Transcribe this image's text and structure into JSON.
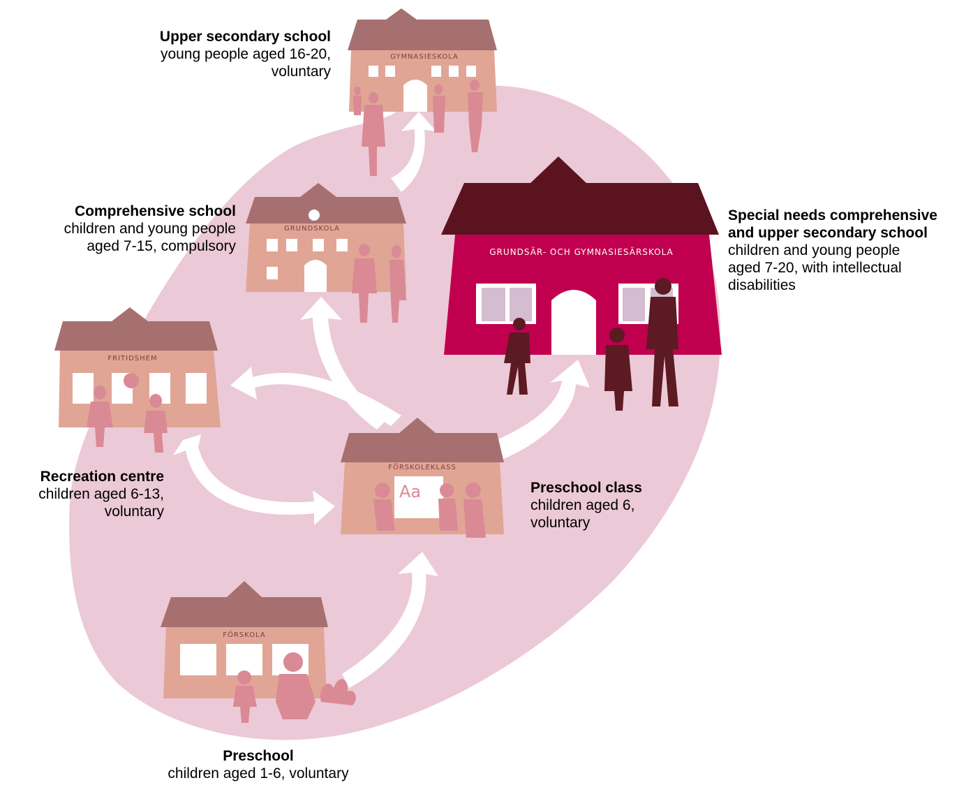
{
  "buildings": {
    "gymnasieskola": {
      "sign": "GYMNASIESKOLA"
    },
    "grundskola": {
      "sign": "GRUNDSKOLA"
    },
    "fritidshem": {
      "sign": "FRITIDSHEM"
    },
    "forskoleklass": {
      "sign": "FÖRSKOLEKLASS",
      "board": "Aa"
    },
    "forskola": {
      "sign": "FÖRSKOLA"
    },
    "sarskola": {
      "sign": "GRUNDSÄR- OCH GYMNASIESÄRSKOLA"
    }
  },
  "labels": {
    "upper_secondary": {
      "title": "Upper secondary school",
      "desc": "young people aged 16-20,\nvoluntary"
    },
    "comprehensive": {
      "title": "Comprehensive school",
      "desc": "children and young people\naged 7-15, compulsory"
    },
    "special_needs": {
      "title": "Special needs comprehensive\nand upper secondary school",
      "desc": "children and young people\naged 7-20, with intellectual\ndisabilities"
    },
    "recreation": {
      "title": "Recreation centre",
      "desc": "children aged 6-13,\nvoluntary"
    },
    "preschool_class": {
      "title": "Preschool class",
      "desc": "children aged 6,\nvoluntary"
    },
    "preschool": {
      "title": "Preschool",
      "desc": "children aged 1-6, voluntary"
    }
  },
  "colors": {
    "blob": "#ecc9d6",
    "roof": "#a77070",
    "wall": "#e0a595",
    "figure": "#d98a94",
    "special_wall": "#c0004e",
    "special_roof": "#5c1320",
    "special_figure": "#5c1a22",
    "arrow": "#ffffff"
  }
}
